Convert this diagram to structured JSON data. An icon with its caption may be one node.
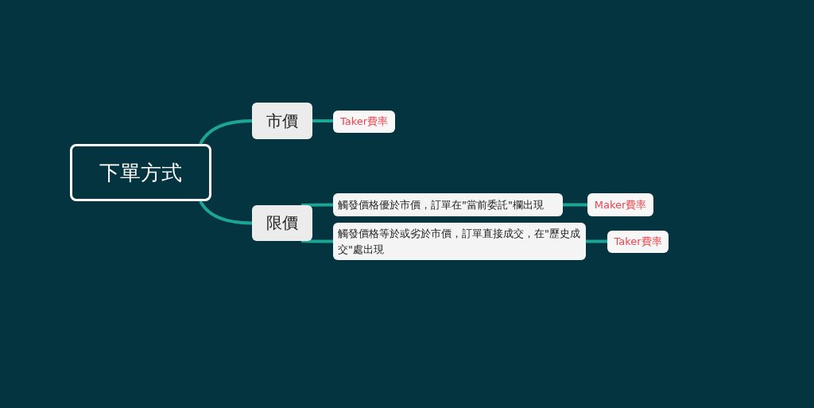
{
  "diagram": {
    "nodes": [
      {
        "text": [
          "下單方式"
        ]
      },
      {
        "text": [
          "市價"
        ]
      },
      {
        "text": [
          "Taker費率"
        ]
      },
      {
        "text": [
          "限價"
        ]
      },
      {
        "text": [
          "觸發價格優於市價，訂單在\"當前委託\"欄出現"
        ]
      },
      {
        "text": [
          "觸發價格等於或劣於市價，訂單直接成交，在\"歷史成交\"處出現"
        ]
      },
      {
        "text": [
          "Maker費率"
        ]
      },
      {
        "text": [
          "Taker費率"
        ]
      }
    ],
    "edges": [
      {
        "from": 0,
        "to": 1,
        "arrow": "none"
      },
      {
        "from": 1,
        "to": 2,
        "arrow": "none"
      },
      {
        "from": 0,
        "to": 3,
        "arrow": "none"
      },
      {
        "from": 3,
        "to": 4,
        "arrow": "none"
      },
      {
        "from": 3,
        "to": 5,
        "arrow": "none"
      },
      {
        "from": 4,
        "to": 6,
        "arrow": "none"
      },
      {
        "from": 5,
        "to": 7,
        "arrow": "none"
      }
    ]
  }
}
